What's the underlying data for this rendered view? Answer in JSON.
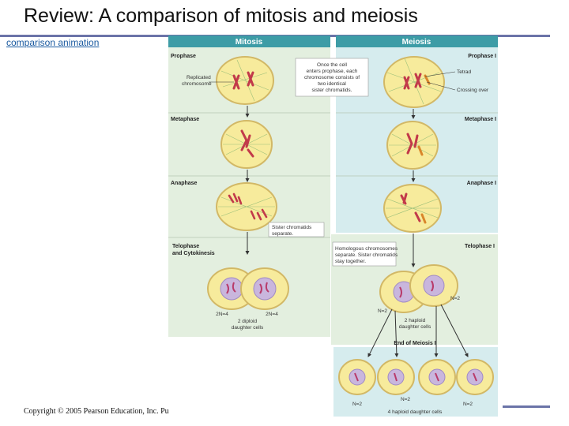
{
  "title": "Review: A comparison of mitosis and meiosis",
  "link": "comparison animation",
  "copyright": "Copyright © 2005 Pearson Education, Inc. Pu",
  "colors": {
    "mitosis_bg": "#e3efdf",
    "meiosis_bg": "#d6ecee",
    "header_bg": "#3d9ca6",
    "cell": "#f7eb9c",
    "rule": "#6b74a8"
  },
  "figure": {
    "mitosis_header": "Mitosis",
    "meiosis_header": "Meiosis",
    "mitosis_stages": {
      "prophase": "Prophase",
      "metaphase": "Metaphase",
      "anaphase": "Anaphase",
      "telophase_1": "Telophase",
      "telophase_2": "and Cytokinesis"
    },
    "meiosis_stages": {
      "prophase": "Prophase I",
      "metaphase": "Metaphase I",
      "anaphase": "Anaphase I",
      "telophase": "Telophase I",
      "end": "End of Meiosis I"
    },
    "labels": {
      "replicated_1": "Replicated",
      "replicated_2": "chromosome",
      "tetrad": "Tetrad",
      "crossing_over": "Crossing over",
      "note_1": "Once the cell",
      "note_2": "enters prophase, each",
      "note_3": "chromosome consists of",
      "note_4": "two identical",
      "note_5": "sister chromatids.",
      "sister_sep_1": "Sister chromatids",
      "sister_sep_2": "separate.",
      "homologs_1": "Homologous chromosomes",
      "homologs_2": "separate. Sister chromatids",
      "homologs_3": "stay together.",
      "two_n_left": "2N=4",
      "two_n_right": "2N=4",
      "diploid_1": "2 diploid",
      "diploid_2": "daughter cells",
      "n2_a": "N=2",
      "n2_b": "N=2",
      "haploid2_1": "2 haploid",
      "haploid2_2": "daughter cells",
      "n2_c": "N=2",
      "n2_d": "N=2",
      "n2_e": "N=2",
      "haploid4": "4 haploid daughter cells"
    }
  }
}
